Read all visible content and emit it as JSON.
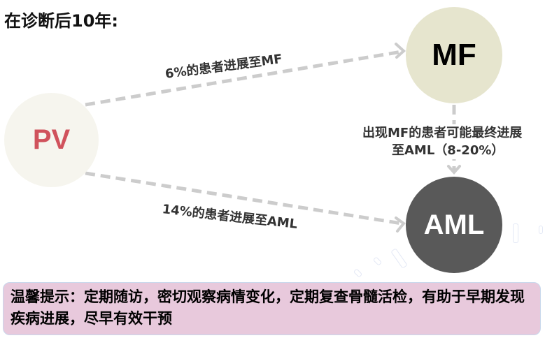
{
  "title": "在诊断后10年:",
  "nodes": {
    "pv": {
      "label": "PV",
      "color": "#d0525c",
      "fill": "#f6f5ee"
    },
    "mf": {
      "label": "MF",
      "color": "#000000",
      "fill": "#e6e5ce"
    },
    "aml": {
      "label": "AML",
      "color": "#ffffff",
      "fill": "#595959"
    }
  },
  "edges": {
    "pv_to_mf": "6%的患者进展至MF",
    "pv_to_aml": "14%的患者进展至AML",
    "mf_to_aml_line1": "出现MF的患者可能最终进展",
    "mf_to_aml_line2": "至AML（8-20%）"
  },
  "tip": {
    "text": "温馨提示：定期随访，密切观察病情变化，定期复查骨髓活检，有助于早期发现疾病进展，尽早有效干预",
    "background": "#e8c9dc"
  },
  "arrow_color": "#cccccc"
}
